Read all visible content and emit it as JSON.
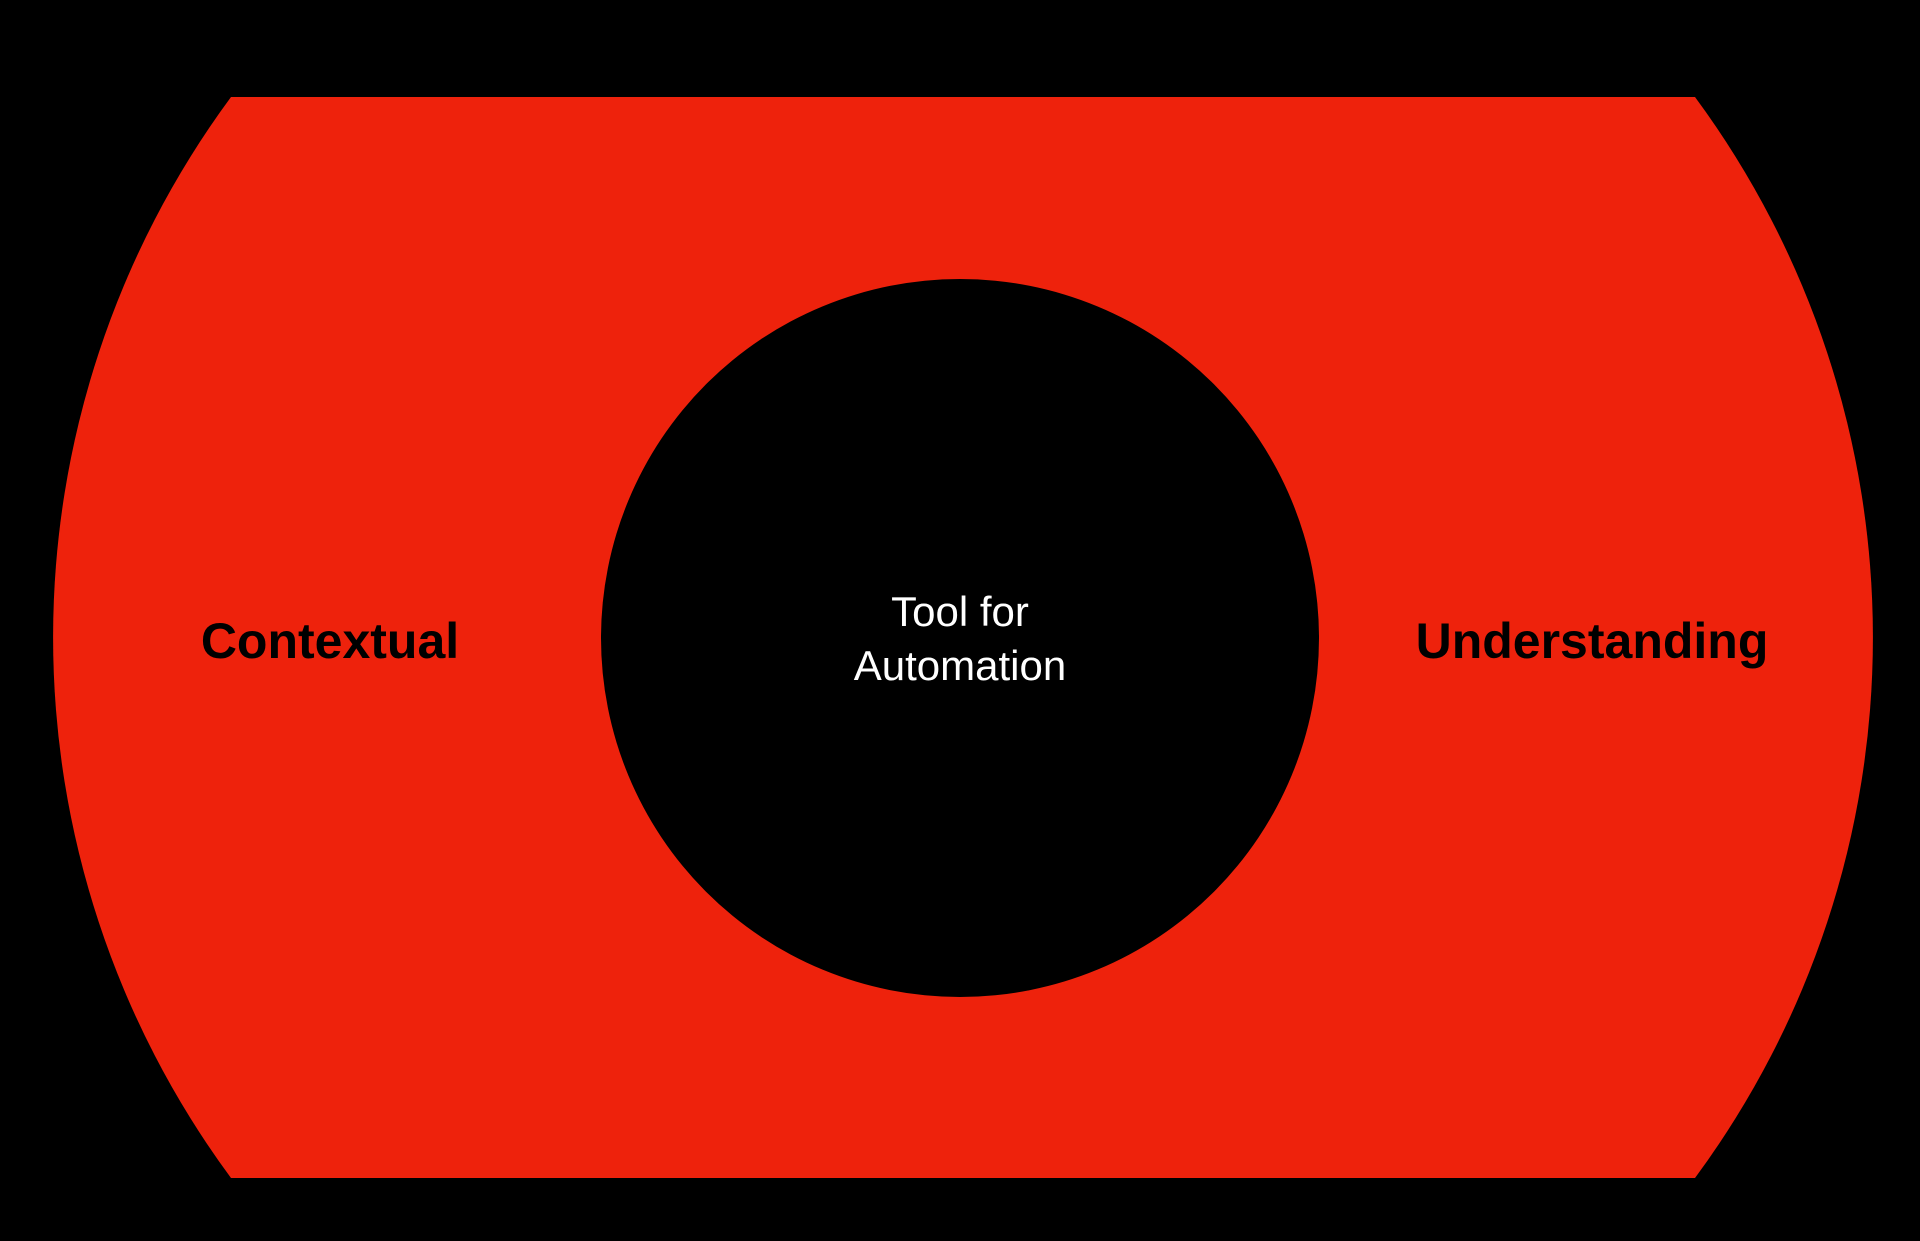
{
  "diagram": {
    "left_label": "Contextual",
    "right_label": "Understanding",
    "center_label_line1": "Tool for",
    "center_label_line2": "Automation"
  },
  "colors": {
    "background": "#000000",
    "outer_shape": "#ee220c",
    "inner_circle": "#000000",
    "center_text": "#ffffff",
    "side_text": "#000000"
  }
}
